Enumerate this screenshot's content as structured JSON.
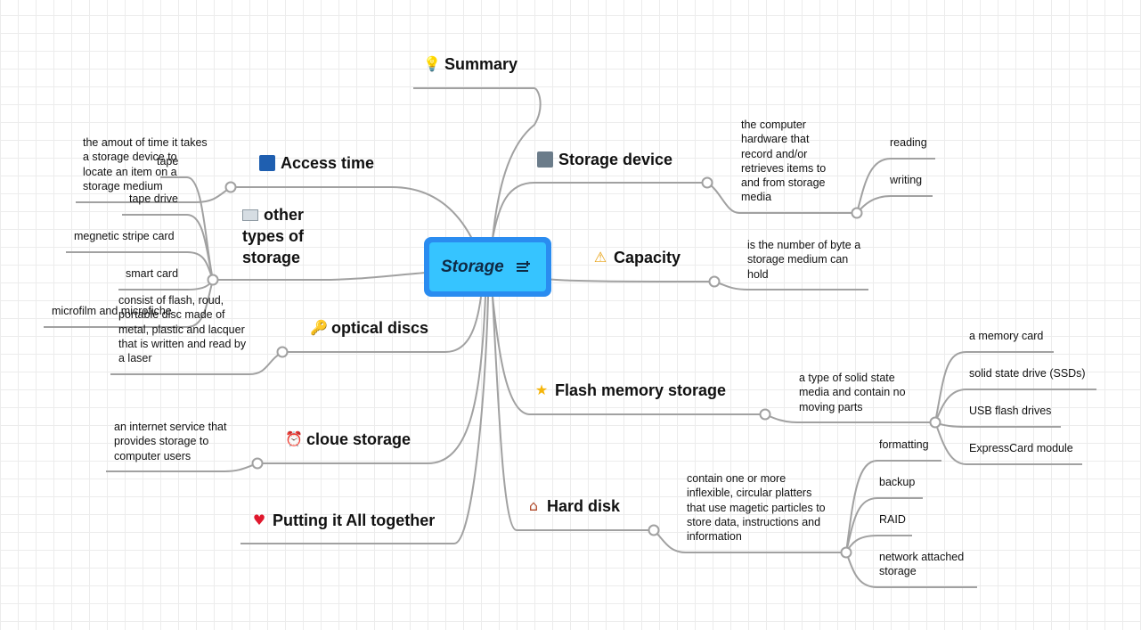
{
  "root": {
    "title": "Storage",
    "icon": "note-icon"
  },
  "topics": {
    "summary": {
      "label": "Summary",
      "icon": "lightbulb-icon"
    },
    "access_time": {
      "label": "Access time",
      "icon": "blue-book-icon"
    },
    "other_types": {
      "label": "other types of storage",
      "icon": "envelope-icon"
    },
    "optical_discs": {
      "label": "optical discs",
      "icon": "key-icon"
    },
    "cloue_storage": {
      "label": "cloue storage",
      "icon": "alarm-clock-icon"
    },
    "putting_together": {
      "label": "Putting it All together",
      "icon": "red-heart-icon"
    },
    "storage_device": {
      "label": "Storage device",
      "icon": "folder-icon"
    },
    "capacity": {
      "label": "Capacity",
      "icon": "warning-icon"
    },
    "flash_memory": {
      "label": "Flash memory storage",
      "icon": "star-icon"
    },
    "hard_disk": {
      "label": "Hard disk",
      "icon": "house-icon"
    }
  },
  "subtopics": {
    "access_time_def": "the amout of time it takes a storage device to locate an item on a storage medium",
    "other_tape": "tape",
    "other_tape_drive": "tape drive",
    "other_magnetic": "megnetic stripe card",
    "other_smart": "smart card",
    "other_microfilm": "microfilm and microfiche",
    "optical_def": "consist of flash, roud, portable disc made of metal, plastic and lacquer that is written and read by a laser",
    "cloue_def": "an internet service that provides storage to computer users",
    "storage_device_def": "the computer hardware that record and/or retrieves items to and from storage media",
    "reading": "reading",
    "writing": "writing",
    "capacity_def": "is the number of byte a storage medium can hold",
    "flash_def": "a type of solid state media and contain no moving parts",
    "flash_memory_card": "a memory card",
    "flash_ssd": "solid state drive (SSDs)",
    "flash_usb": "USB flash drives",
    "flash_expresscard": "ExpressCard module",
    "hard_def": "contain one or more inflexible, circular platters that use magetic particles to store data, instructions and information",
    "hard_formatting": "formatting",
    "hard_backup": "backup",
    "hard_raid": "RAID",
    "hard_nas": "network attached storage"
  },
  "colors": {
    "root_outer": "#2a8cf0",
    "root_inner": "#36c4ff",
    "connector": "#a1a1a1",
    "grid": "#ececec"
  }
}
